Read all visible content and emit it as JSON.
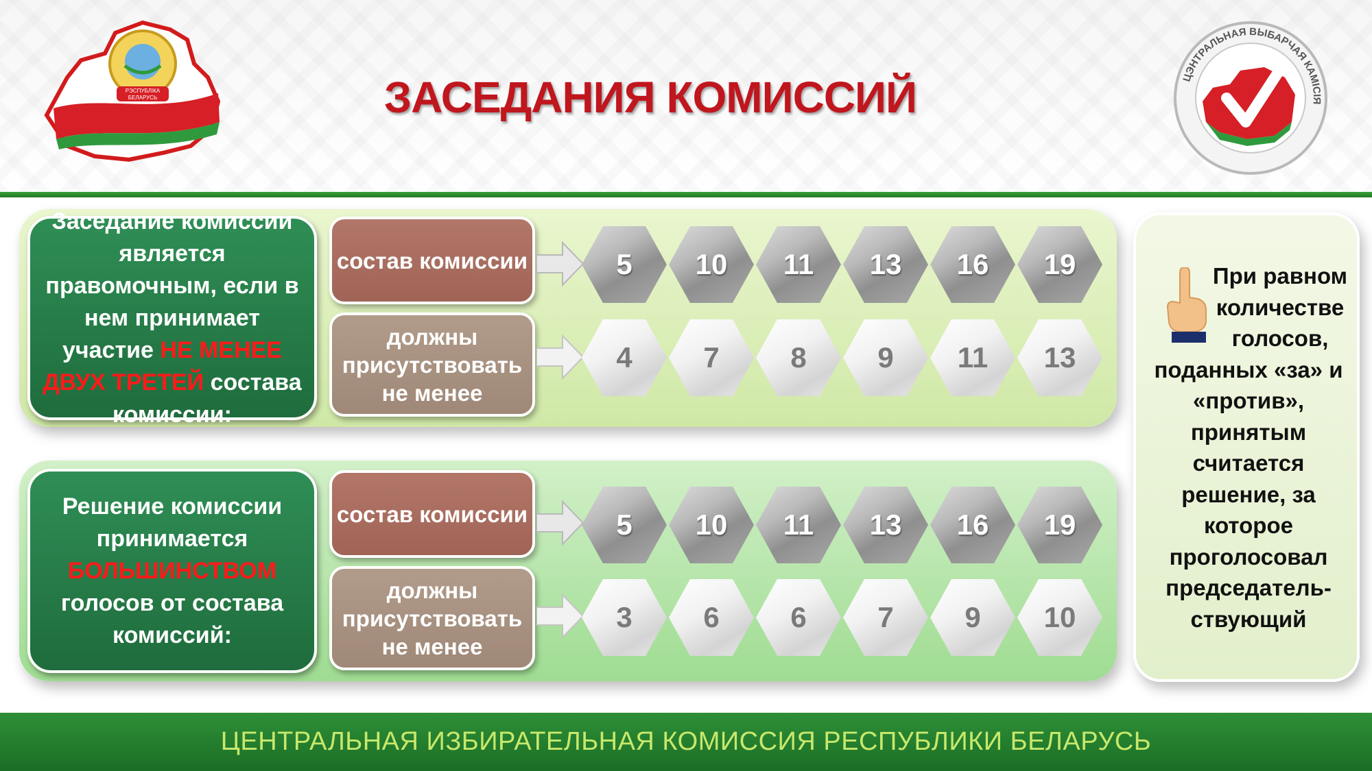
{
  "header": {
    "title": "ЗАСЕДАНИЯ КОМИССИЙ"
  },
  "emblem": {
    "ribbon_text_1": "РЭСПУБЛІКА",
    "ribbon_text_2": "БЕЛАРУСЬ"
  },
  "logo": {
    "ring_text": "ЦЭНТРАЛЬНАЯ ВЫБАРЧАЯ КАМІСІЯ"
  },
  "section_quorum": {
    "rule_text_1": "Заседание комиссии является правомочным, если в нем принимает участие ",
    "rule_highlight": "НЕ МЕНЕЕ ДВУХ ТРЕТЕЙ",
    "rule_text_2": " состава комиссии:",
    "label_size": "состав комиссии",
    "label_min": "должны присутствовать не менее",
    "sizes": [
      "5",
      "10",
      "11",
      "13",
      "16",
      "19"
    ],
    "minimums": [
      "4",
      "7",
      "8",
      "9",
      "11",
      "13"
    ]
  },
  "section_majority": {
    "rule_text_1": "Решение комиссии принимается ",
    "rule_highlight": "БОЛЬШИНСТВОМ",
    "rule_text_2": " голосов от состава комиссий:",
    "label_size": "состав комиссии",
    "label_min": "должны присутствовать не менее",
    "sizes": [
      "5",
      "10",
      "11",
      "13",
      "16",
      "19"
    ],
    "minimums": [
      "3",
      "6",
      "6",
      "7",
      "9",
      "10"
    ]
  },
  "side_note": {
    "first_lines": "При равном количестве голосов,",
    "rest": "поданных «за» и «против», принятым считается решение, за которое проголосовал председатель-ствующий"
  },
  "footer": {
    "text": "ЦЕНТРАЛЬНАЯ ИЗБИРАТЕЛЬНАЯ КОМИССИЯ РЕСПУБЛИКИ БЕЛАРУСЬ"
  },
  "colors": {
    "title_red": "#c0161e",
    "highlight_red": "#ff1a1a",
    "dark_green": "#2f8e55",
    "footer_green": "#2e8f37",
    "footer_text": "#c8e86c"
  }
}
